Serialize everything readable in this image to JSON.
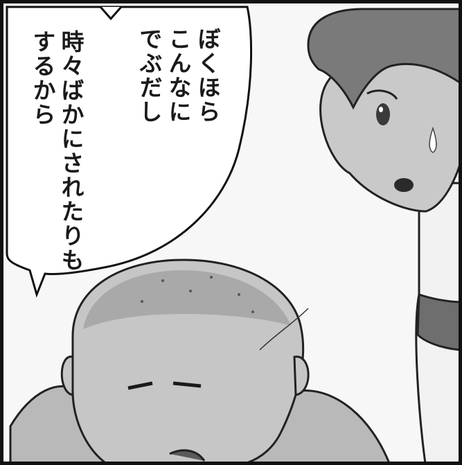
{
  "speech_bubble": {
    "lines": [
      "ぼくほら",
      "こんなに",
      "でぶだし",
      "時々ばかにされたりも",
      "するから"
    ]
  }
}
